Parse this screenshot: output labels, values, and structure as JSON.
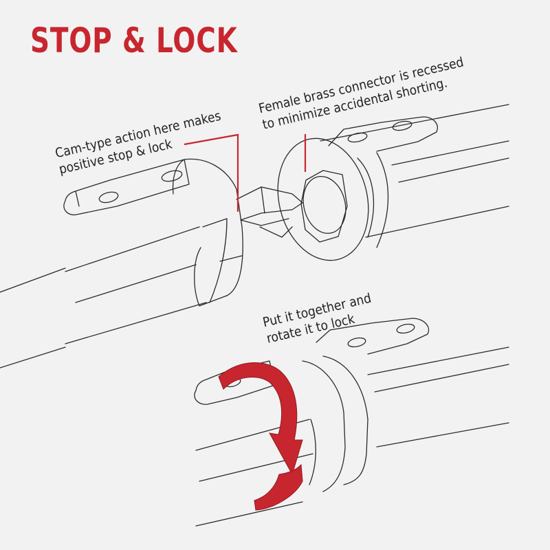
{
  "title": "STOP & LOCK",
  "colors": {
    "accent": "#c8262f",
    "line": "#2a2a2a",
    "background": "#f2f2f2"
  },
  "callouts": [
    {
      "lines": [
        "Cam-type action here makes",
        "positive stop & lock"
      ]
    },
    {
      "lines": [
        "Female brass connector is recessed",
        "to minimize accidental shorting."
      ]
    },
    {
      "lines": [
        "Put it together and",
        "rotate it to lock"
      ]
    }
  ],
  "icons": {
    "rotation": "curved-rotate-arrow-icon"
  }
}
